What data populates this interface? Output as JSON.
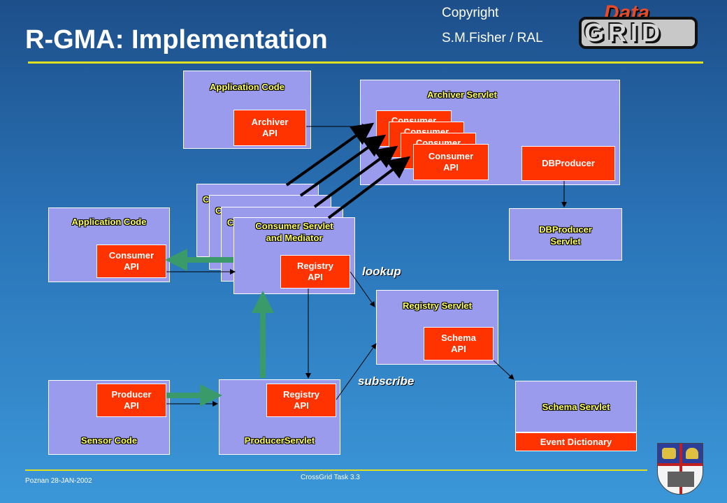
{
  "header": {
    "title": "R-GMA: Implementation",
    "copyright_line1": "Copyright",
    "copyright_line2": "S.M.Fisher / RAL",
    "logo_top": "Data",
    "logo_bottom": "GRID"
  },
  "boxes": {
    "app_top": {
      "label": "Application Code",
      "api_line1": "Archiver",
      "api_line2": "API"
    },
    "archiver_servlet": {
      "label": "Archiver Servlet",
      "consumer_stack": [
        "Consumer",
        "Consumer",
        "Consumer"
      ],
      "consumer_front_line1": "Consumer",
      "consumer_front_line2": "API",
      "dbproducer": "DBProducer"
    },
    "dbproducer_servlet": {
      "line1": "DBProducer",
      "line2": "Servlet"
    },
    "app_mid": {
      "label": "Application Code",
      "api_line1": "Consumer",
      "api_line2": "API"
    },
    "consumer_servlet": {
      "ghost_prefix": [
        "C",
        "C",
        "C"
      ],
      "label_line1": "Consumer Servlet",
      "label_line2": "and Mediator",
      "api_line1": "Registry",
      "api_line2": "API"
    },
    "registry_servlet": {
      "label": "Registry Servlet",
      "api_line1": "Schema",
      "api_line2": "API"
    },
    "sensor": {
      "label": "Sensor Code",
      "api_line1": "Producer",
      "api_line2": "API"
    },
    "producer_servlet": {
      "label": "ProducerServlet",
      "api_line1": "Registry",
      "api_line2": "API"
    },
    "schema_servlet": {
      "label": "Schema Servlet",
      "event_dictionary": "Event Dictionary"
    }
  },
  "annotations": {
    "lookup": "lookup",
    "subscribe": "subscribe"
  },
  "footer": {
    "left": "Poznan 28-JAN-2002",
    "center": "CrossGrid Task 3.3"
  },
  "colors": {
    "background": "#2a74b8",
    "box": "#9b9bee",
    "api": "#ff3300",
    "label": "#ffff60",
    "green_arrow": "#3a9a6a",
    "rule": "#e0e020"
  }
}
